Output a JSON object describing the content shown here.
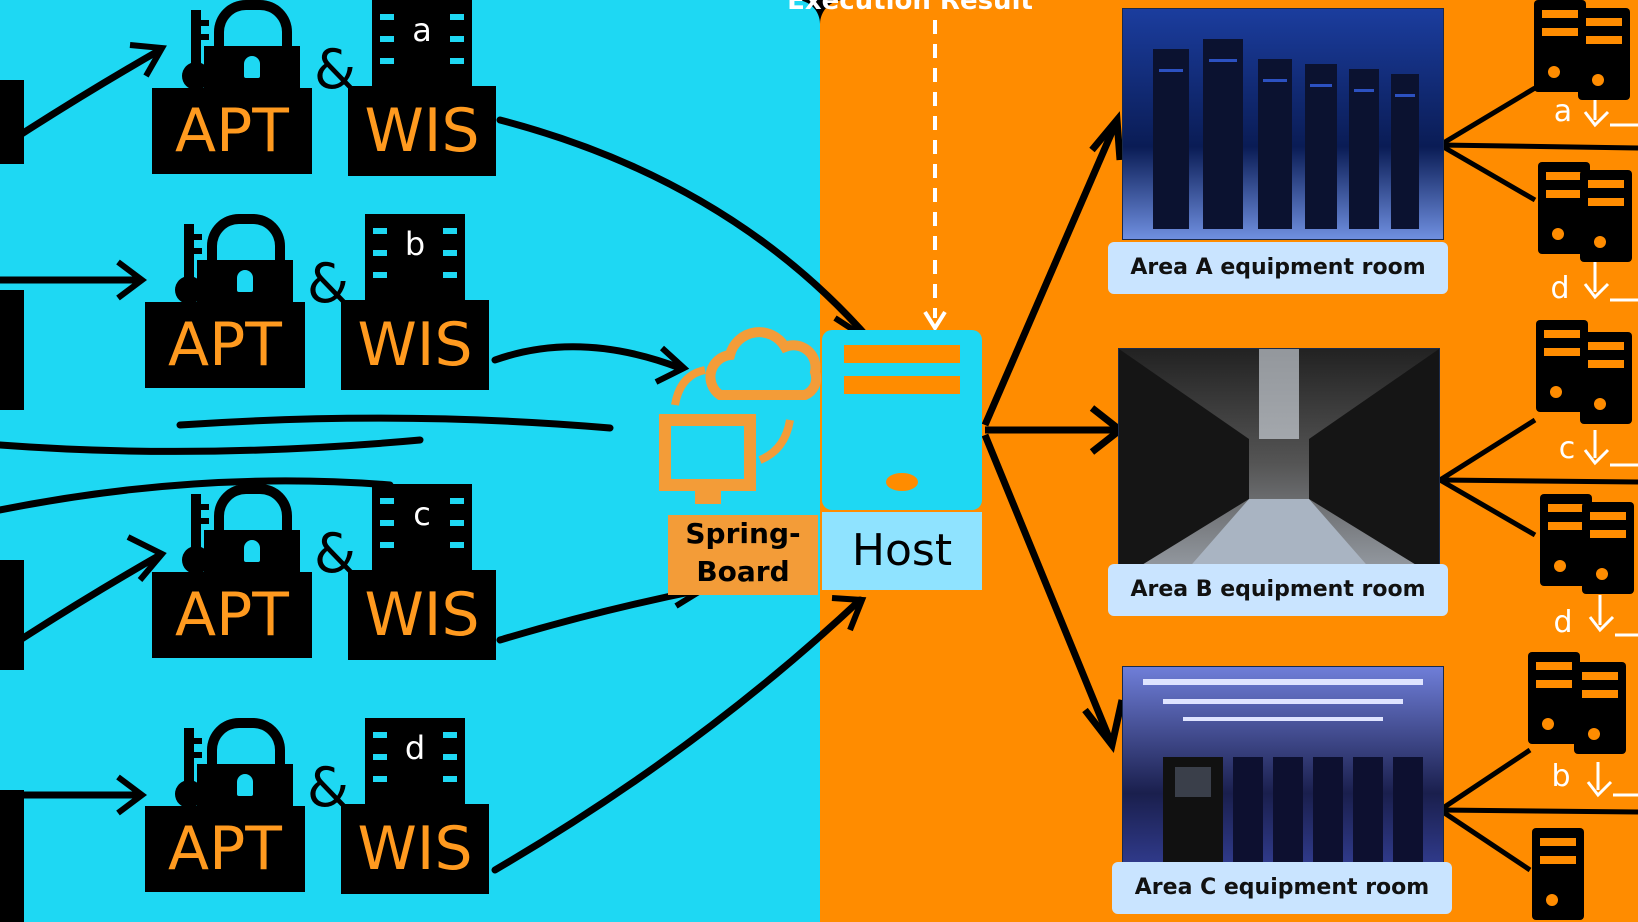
{
  "top_label": "Execution Result",
  "apt_label": "APT",
  "wis_label": "WIS",
  "amp_symbol": "&",
  "combos": [
    {
      "letter": "a"
    },
    {
      "letter": "b"
    },
    {
      "letter": "c"
    },
    {
      "letter": "d"
    }
  ],
  "springboard": {
    "line1": "Spring-",
    "line2": "Board"
  },
  "host": {
    "label": "Host"
  },
  "rooms": [
    {
      "label": "Area A equipment room"
    },
    {
      "label": "Area B equipment room"
    },
    {
      "label": "Area C equipment room"
    }
  ],
  "server_letters": [
    "a",
    "d",
    "c",
    "d",
    "b"
  ],
  "colors": {
    "cyan": "#1ed8f3",
    "orange": "#ff8c00",
    "text_orange": "#ff9a1f",
    "black": "#000000"
  },
  "icons": [
    "key-icon",
    "lock-icon",
    "building-icon",
    "cloud-icon",
    "monitor-icon",
    "server-icon"
  ]
}
